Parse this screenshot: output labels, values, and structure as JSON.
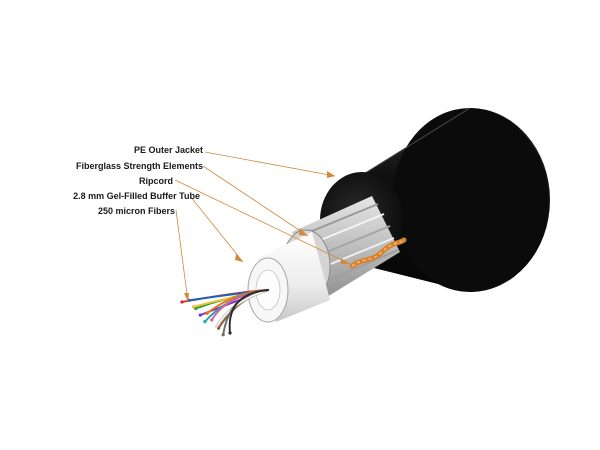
{
  "labels": {
    "jacket": "PE Outer Jacket",
    "strength": "Fiberglass Strength Elements",
    "ripcord": "Ripcord",
    "buffer": "2.8 mm Gel-Filled Buffer Tube",
    "fibers": "250 micron Fibers"
  },
  "colors": {
    "jacket": "#0d0d0d",
    "strength": "#c9c9c9",
    "ripcord": "#d9822b",
    "buffer": "#f1f1f1",
    "leader": "#d08a3a",
    "fibers": [
      "#d62828",
      "#1565c0",
      "#2e9e3a",
      "#f2c230",
      "#7b2fbe",
      "#e8741a",
      "#1fa7a7",
      "#e05aa0",
      "#8b5a2b",
      "#ffffff",
      "#6a6a6a",
      "#2a2a2a"
    ]
  }
}
